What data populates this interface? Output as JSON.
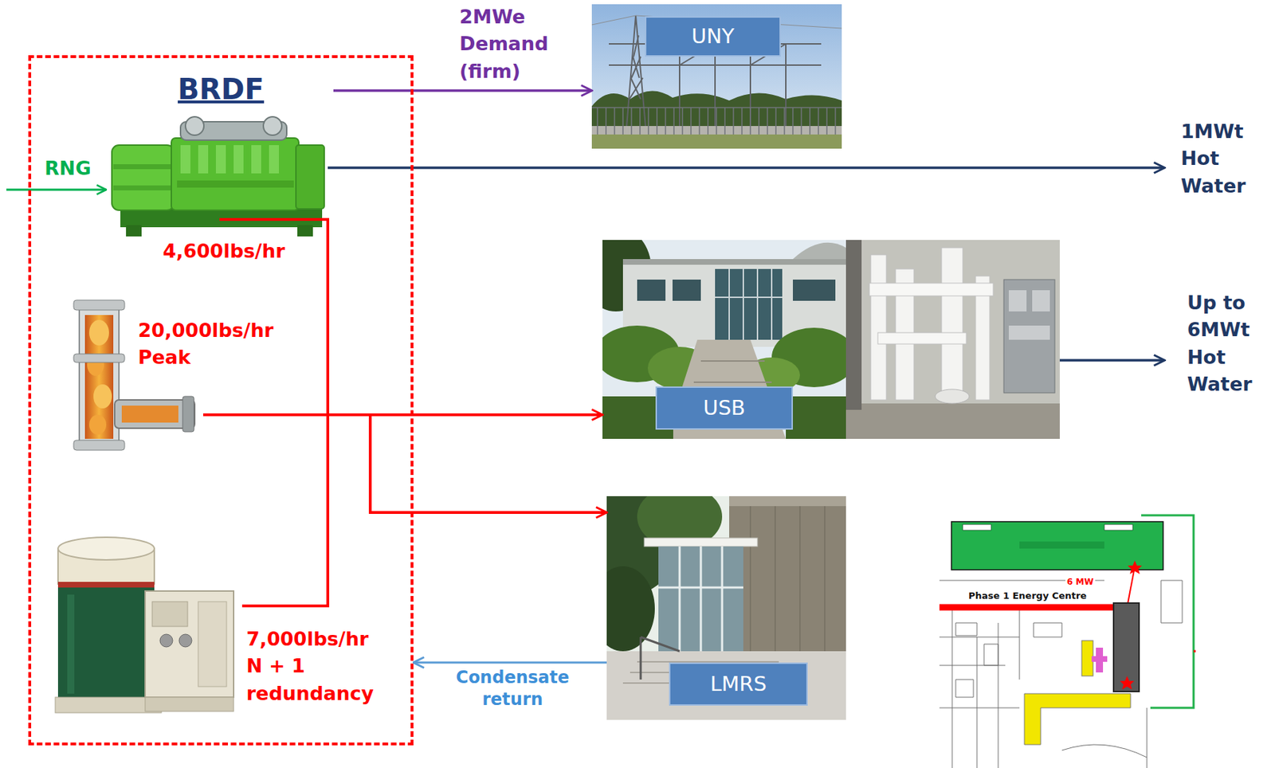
{
  "diagram": {
    "nodes": [
      {
        "text": [
          "BRDF"
        ]
      },
      {
        "text": [
          "UNY"
        ]
      },
      {
        "text": [
          "USB"
        ]
      },
      {
        "text": [
          "LMRS"
        ]
      }
    ],
    "edges": [
      {
        "from": 0,
        "to": 1,
        "arrow": "to",
        "label": "2MWe Demand (firm)"
      },
      {
        "from": 0,
        "to": 2,
        "arrow": "to"
      },
      {
        "from": 0,
        "to": 3,
        "arrow": "to"
      },
      {
        "from": 3,
        "to": 0,
        "arrow": "to",
        "label": "Condensate return"
      }
    ],
    "labels": [
      "RNG",
      "4,600lbs/hr",
      "20,000lbs/hr Peak",
      "7,000lbs/hr N + 1 redundancy",
      "1MWt Hot Water",
      "Up to 6MWt Hot Water",
      "6 MW",
      "Phase 1 Energy Centre"
    ]
  }
}
